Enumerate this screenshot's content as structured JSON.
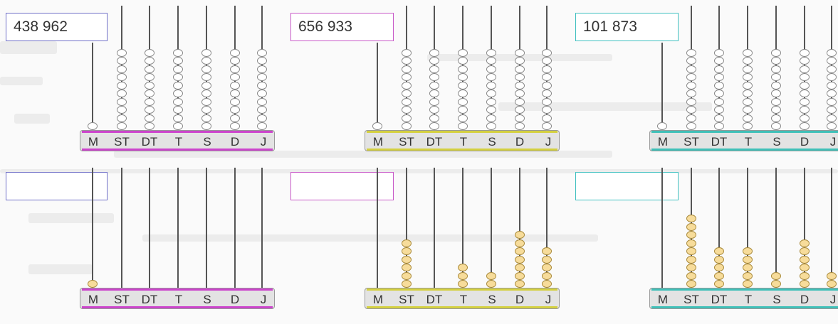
{
  "place_labels": [
    "M",
    "ST",
    "DT",
    "T",
    "S",
    "D",
    "J"
  ],
  "abacuses": [
    {
      "number": "438 962",
      "beads": [
        0,
        0,
        0,
        0,
        0,
        0,
        0
      ],
      "accent": "#cc44cc",
      "box_border": "#7070c8"
    },
    {
      "number": "656 933",
      "beads": [
        0,
        0,
        0,
        0,
        0,
        0,
        0
      ],
      "accent": "#d4d040",
      "box_border": "#c858c8"
    },
    {
      "number": "101 873",
      "beads": [
        0,
        0,
        0,
        0,
        0,
        0,
        0
      ],
      "accent": "#40c0b8",
      "box_border": "#40c0c0"
    },
    {
      "number": "",
      "beads": [
        1,
        0,
        0,
        0,
        0,
        0,
        0
      ],
      "accent": "#cc44cc",
      "box_border": "#7070c8"
    },
    {
      "number": "",
      "beads": [
        0,
        6,
        0,
        3,
        2,
        7,
        5
      ],
      "accent": "#d4d040",
      "box_border": "#c858c8"
    },
    {
      "number": "",
      "beads": [
        0,
        9,
        5,
        5,
        2,
        6,
        2
      ],
      "accent": "#40c0b8",
      "box_border": "#40c0c0"
    }
  ]
}
